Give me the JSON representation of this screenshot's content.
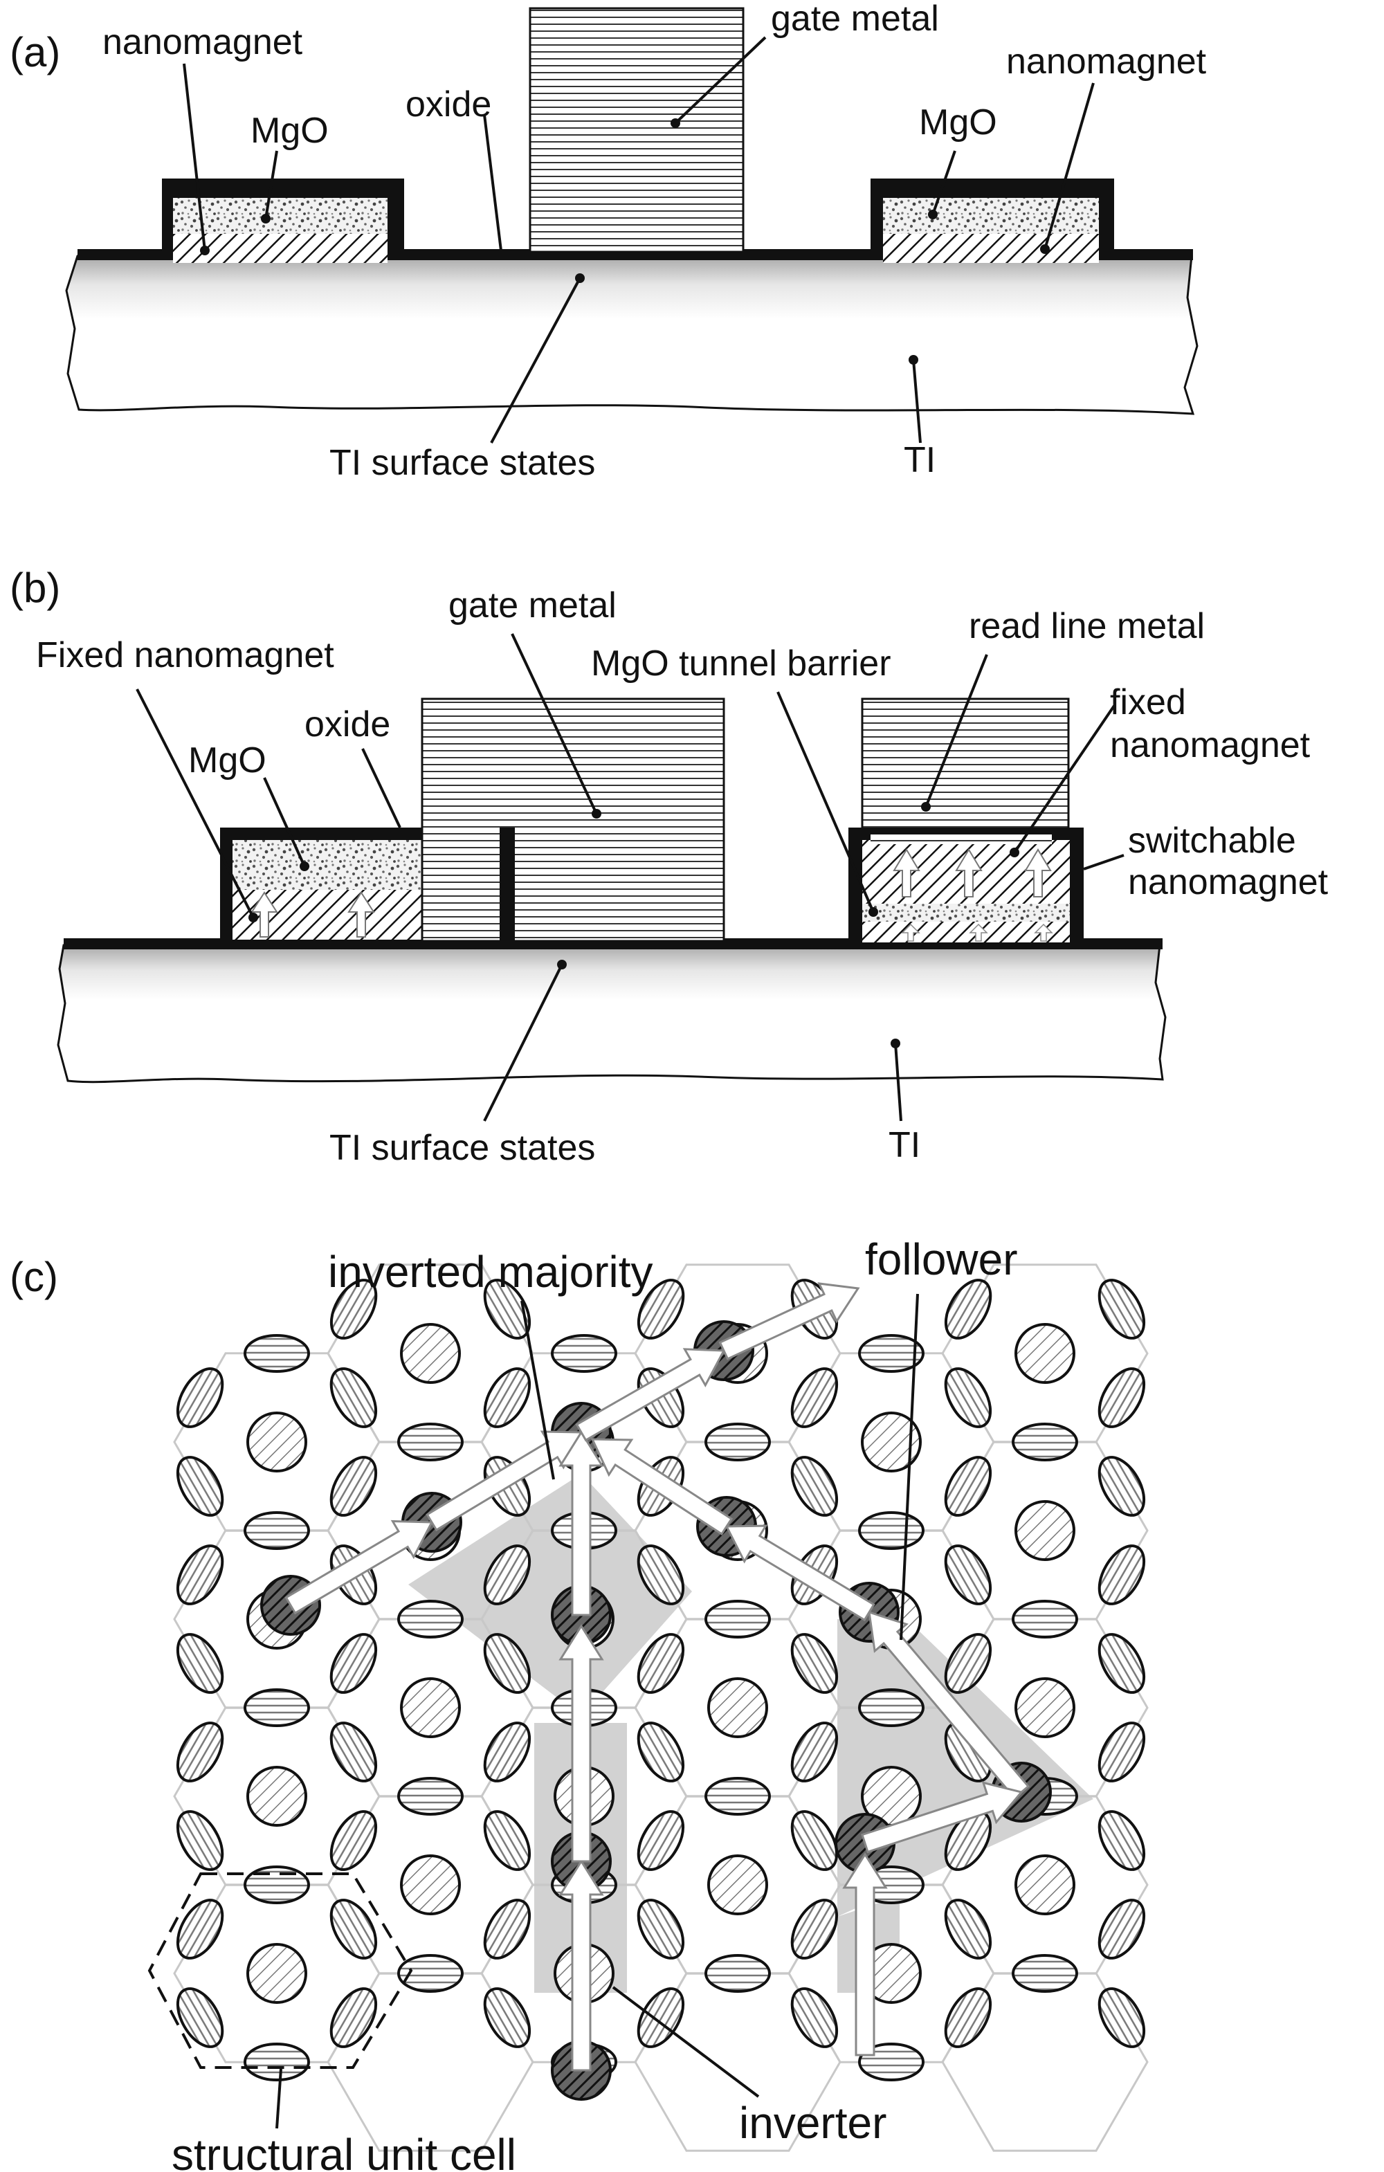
{
  "panel_a": {
    "label": "(a)",
    "labels": {
      "nanomagnet_left": "nanomagnet",
      "mgo_left": "MgO",
      "oxide": "oxide",
      "gate_metal": "gate metal",
      "mgo_right": "MgO",
      "nanomagnet_right": "nanomagnet",
      "ti_surface_states": "TI surface states",
      "ti": "TI"
    }
  },
  "panel_b": {
    "label": "(b)",
    "labels": {
      "fixed_nanomagnet_left": "Fixed nanomagnet",
      "mgo": "MgO",
      "oxide": "oxide",
      "gate_metal": "gate metal",
      "mgo_tunnel_barrier": "MgO tunnel barrier",
      "read_line_metal": "read line metal",
      "fixed_nanomagnet_line1": "fixed",
      "fixed_nanomagnet_line2": "nanomagnet",
      "switchable_line1": "switchable",
      "switchable_line2": "nanomagnet",
      "ti_surface_states": "TI surface states",
      "ti": "TI"
    }
  },
  "panel_c": {
    "label": "(c)",
    "labels": {
      "inverted_majority": "inverted majority",
      "follower": "follower",
      "inverter": "inverter",
      "structural_unit_cell": "structural unit cell"
    }
  },
  "colors": {
    "line": "#111111",
    "shade": "#d2d2d2",
    "hex_grid": "#c8c8c8",
    "arrow_fill": "#ffffff"
  }
}
